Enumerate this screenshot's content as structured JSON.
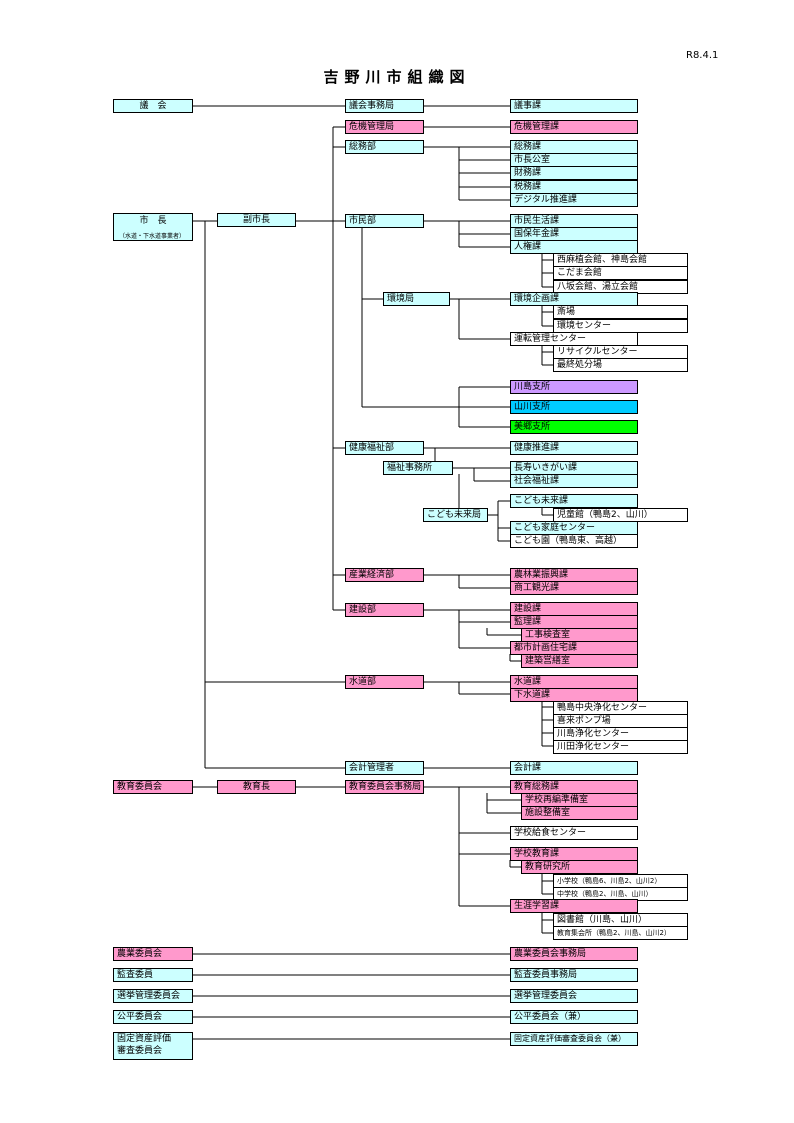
{
  "header": {
    "date": "R8.4.1",
    "title": "吉野川市組織図"
  },
  "mayor_note": "（水道・下水道事業者）",
  "boxes": {
    "gikai": "議　会",
    "gikai_jimu": "議会事務局",
    "giji": "議事課",
    "kiki_kyoku": "危機管理局",
    "kiki_ka": "危機管理課",
    "somu_bu": "総務部",
    "somu_ka": "総務課",
    "shicho_ko": "市長公室",
    "zaimu": "財務課",
    "zeimu": "税務課",
    "digital": "デジタル推進課",
    "shicho": "市　長",
    "fukushicho": "副市長",
    "shimin_bu": "市民部",
    "shimin_seikatsu": "市民生活課",
    "kokuho": "国保年金課",
    "jinken": "人権課",
    "kaikan1": "西麻植会館、神島会館",
    "kaikan2": "こだま会館",
    "kaikan3": "八坂会館、湯立会館",
    "kankyo_kyoku": "環境局",
    "kankyo_kikaku": "環境企画課",
    "saijo": "斎場",
    "kankyo_center": "環境センター",
    "unten": "運転管理センター",
    "recycle": "リサイクルセンター",
    "saishu": "最終処分場",
    "kawashima": "川島支所",
    "yamakawa": "山川支所",
    "misato": "美郷支所",
    "kenko_bu": "健康福祉部",
    "kenko_suishin": "健康推進課",
    "fukushi_jimu": "福祉事務所",
    "chouju": "長寿いきがい課",
    "shakai": "社会福祉課",
    "kodomo_kyoku": "こども未来局",
    "kodomo_ka": "こども未来課",
    "jidokan": "児童館（鴨島2、山川）",
    "katei": "こども家庭センター",
    "kodomoen": "こども園（鴨島東、高越）",
    "sangyo_bu": "産業経済部",
    "norin": "農林業振興課",
    "shoko": "商工観光課",
    "kensetsu_bu": "建設部",
    "kensetsu_ka": "建設課",
    "kanri_ka": "監理課",
    "koji": "工事検査室",
    "toshi": "都市計画住宅課",
    "eizen": "建築営繕室",
    "suido_bu": "水道部",
    "suido_ka": "水道課",
    "gesui": "下水道課",
    "kamojima_jouka": "鴨島中央浄化センター",
    "kirai": "喜来ポンプ場",
    "kawashima_jouka": "川島浄化センター",
    "kawata_jouka": "川田浄化センター",
    "kaikei_kanri": "会計管理者",
    "kaikei_ka": "会計課",
    "kyoiku_iin": "教育委員会",
    "kyoikucho": "教育長",
    "kyoiku_jimu": "教育委員会事務局",
    "kyoiku_somu": "教育総務課",
    "gakko_saihen": "学校再編準備室",
    "shisetsu": "施設整備室",
    "kyushoku": "学校給食センター",
    "gakko_kyoiku": "学校教育課",
    "kenkyu": "教育研究所",
    "shogakko": "小学校（鴨島6、川島2、山川2）",
    "chugakko": "中学校（鴨島2、川島、山川）",
    "shogai": "生涯学習課",
    "tosho": "図書館（川島、山川）",
    "shukai": "教育集会所（鴨島2、川島、山川2）",
    "nogyo_iin": "農業委員会",
    "nogyo_jimu": "農業委員会事務局",
    "kansa_iin": "監査委員",
    "kansa_jimu": "監査委員事務局",
    "senkyo_iin": "選挙管理委員会",
    "senkyo_jimu": "選挙管理委員会",
    "kohei_iin": "公平委員会",
    "kohei_ken": "公平委員会（兼）",
    "kotei_iin_1": "固定資産評価",
    "kotei_iin_2": "審査委員会",
    "kotei_ken": "固定資産評価審査委員会（兼）"
  },
  "colors": {
    "cyan": "#ccffff",
    "pink": "#ff99cc",
    "purple": "#cc99ff",
    "blue": "#00ccff",
    "green": "#00ff00",
    "white": "#ffffff"
  }
}
